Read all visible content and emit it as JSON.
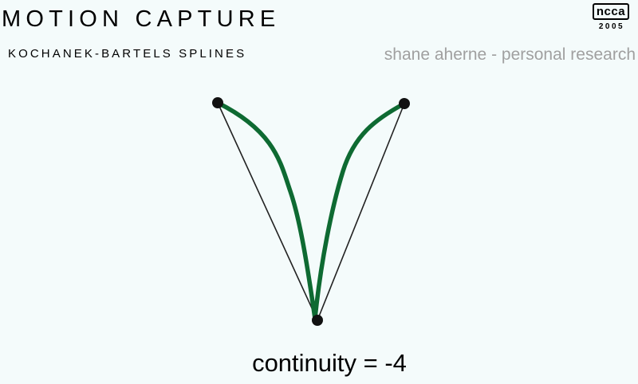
{
  "header": {
    "title": "MOTION CAPTURE",
    "subtitle": "KOCHANEK-BARTELS SPLINES",
    "credit": "shane aherne - personal research"
  },
  "logo": {
    "text": "ncca",
    "year": "2005"
  },
  "caption": "continuity = -4",
  "colors": {
    "background": "#f4fbfb",
    "spline": "#0e6a32",
    "control_polygon": "#222222",
    "control_point": "#111111",
    "credit_text": "#a0a0a0"
  }
}
